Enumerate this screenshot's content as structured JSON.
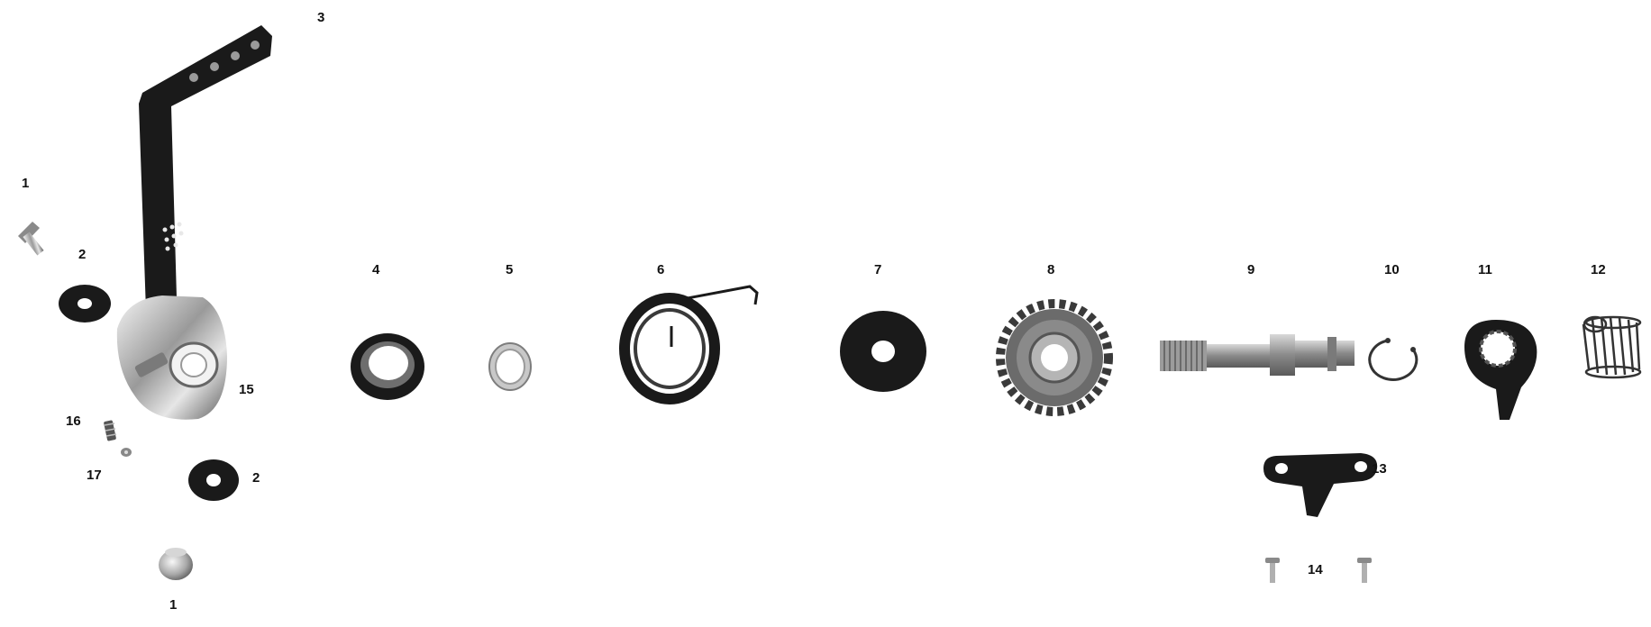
{
  "diagram": {
    "callouts": [
      {
        "id": "lbl-1a",
        "text": "1"
      },
      {
        "id": "lbl-1b",
        "text": "1"
      },
      {
        "id": "lbl-2a",
        "text": "2"
      },
      {
        "id": "lbl-2b",
        "text": "2"
      },
      {
        "id": "lbl-3",
        "text": "3"
      },
      {
        "id": "lbl-4",
        "text": "4"
      },
      {
        "id": "lbl-5",
        "text": "5"
      },
      {
        "id": "lbl-6",
        "text": "6"
      },
      {
        "id": "lbl-7",
        "text": "7"
      },
      {
        "id": "lbl-8",
        "text": "8"
      },
      {
        "id": "lbl-9",
        "text": "9"
      },
      {
        "id": "lbl-10",
        "text": "10"
      },
      {
        "id": "lbl-11",
        "text": "11"
      },
      {
        "id": "lbl-12",
        "text": "12"
      },
      {
        "id": "lbl-13",
        "text": "13"
      },
      {
        "id": "lbl-14",
        "text": "14"
      },
      {
        "id": "lbl-15",
        "text": "15"
      },
      {
        "id": "lbl-16",
        "text": "16"
      },
      {
        "id": "lbl-17",
        "text": "17"
      }
    ],
    "colors": {
      "background": "#ffffff",
      "part_dark": "#1a1a1a",
      "part_mid": "#6b6b6b",
      "part_light": "#cfcfcf",
      "label": "#111111"
    }
  }
}
